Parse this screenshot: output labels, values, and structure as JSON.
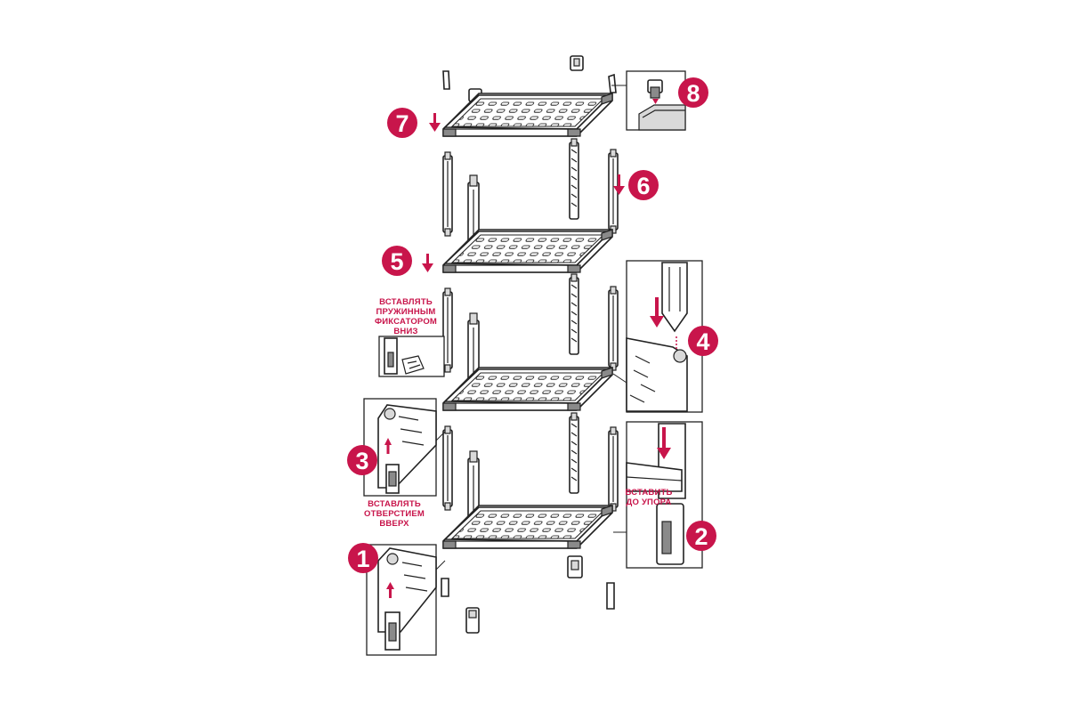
{
  "colors": {
    "accent": "#c8154b",
    "line": "#222222",
    "shelf_fill": "#ffffff"
  },
  "steps": [
    {
      "num": "1"
    },
    {
      "num": "2"
    },
    {
      "num": "3"
    },
    {
      "num": "4"
    },
    {
      "num": "5"
    },
    {
      "num": "6"
    },
    {
      "num": "7"
    },
    {
      "num": "8"
    }
  ],
  "notes": {
    "spring_latch": [
      "ВСТАВЛЯТЬ",
      "ПРУЖИННЫМ",
      "ФИКСАТОРОМ",
      "ВНИЗ"
    ],
    "hole_up": [
      "ВСТАВЛЯТЬ",
      "ОТВЕРСТИЕМ",
      "ВВЕРХ"
    ],
    "until_stop": [
      "ВСТАВИТЬ",
      "ДО УПОРА"
    ]
  },
  "shelf_count": 4,
  "shelf_pattern": "perforated-diamond-slots"
}
